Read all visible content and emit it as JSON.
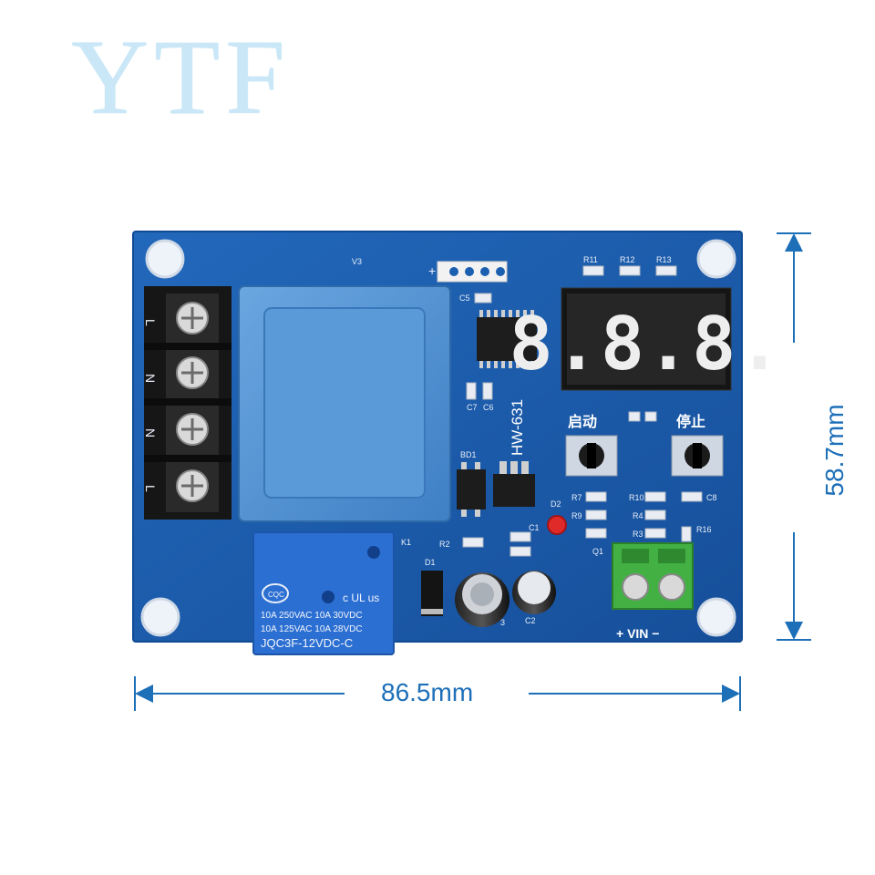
{
  "brand": {
    "text": "YTF"
  },
  "board": {
    "model": "HW-631",
    "start_label": "启动",
    "stop_label": "停止",
    "vin_label": "+ VIN −",
    "silk": {
      "v3": "V3",
      "c5": "C5",
      "c6": "C6",
      "c7": "C7",
      "bd1": "BD1",
      "r11": "R11",
      "r12": "R12",
      "r13": "R13",
      "r10": "R10",
      "r9": "R9",
      "r7": "R7",
      "r4": "R4",
      "r3": "R3",
      "r16": "R16",
      "r2": "R2",
      "c8": "C8",
      "c1": "C1",
      "c2": "C2",
      "c3": "3",
      "d1": "D1",
      "d2": "D2",
      "q1": "Q1",
      "k1": "K1"
    },
    "terminal_labels": [
      "L",
      "N",
      "N",
      "L"
    ],
    "display": {
      "digits": "8.8.8."
    }
  },
  "relay": {
    "line1": "10A 250VAC  10A  30VDC",
    "line2": "10A 125VAC  10A  28VDC",
    "model": "JQC3F-12VDC-C",
    "cqc": "CQC",
    "ul": "c UL us"
  },
  "dimensions": {
    "width": "86.5mm",
    "height": "58.7mm"
  },
  "colors": {
    "pcb": "#1b5fb0",
    "pcb_edge": "#0f4a93",
    "transformer": "#4f8fd1",
    "relay": "#2b6fd0",
    "terminal": "#1a1a1a",
    "green_terminal": "#3aa33a",
    "dimension": "#1d6fb8",
    "brand": "#c9e7f7",
    "display_seg": "#f2f2f2"
  }
}
